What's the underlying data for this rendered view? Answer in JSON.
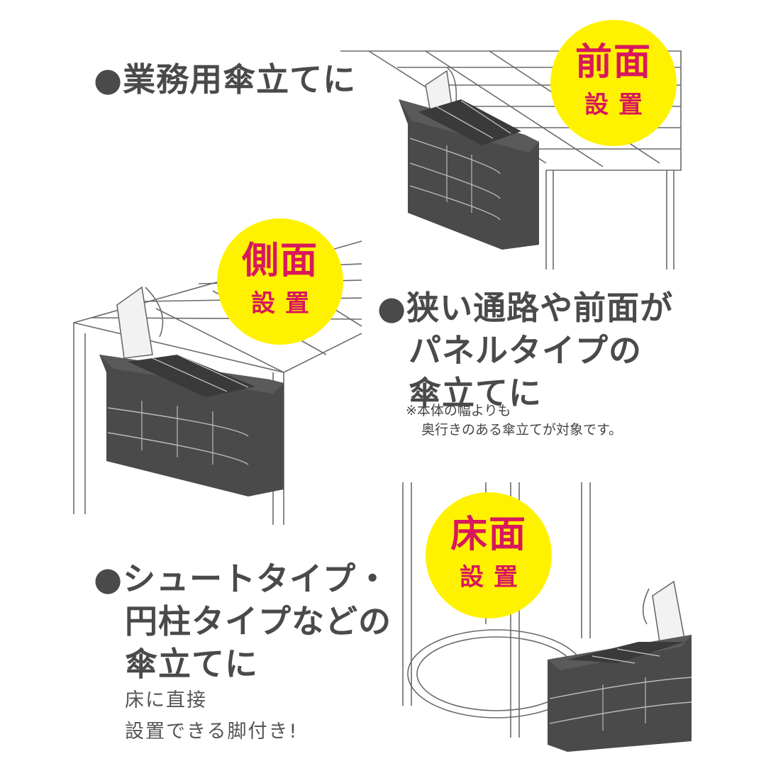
{
  "colors": {
    "badge_fill": "#fff200",
    "badge_text": "#d8175d",
    "heading_text": "#4a4a4a",
    "product_fill": "#4a4a4a"
  },
  "sections": {
    "front": {
      "bullet": "●",
      "heading_lines": [
        "業務用傘立てに"
      ],
      "badge": {
        "main": "前面",
        "sub": "設置"
      }
    },
    "side": {
      "bullet": "●",
      "heading_lines": [
        "狭い通路や前面が",
        "パネルタイプの",
        "傘立てに"
      ],
      "note_lines": [
        "※本体の幅よりも",
        "奥行きのある傘立てが対象です。"
      ],
      "badge": {
        "main": "側面",
        "sub": "設置"
      }
    },
    "floor": {
      "bullet": "●",
      "heading_lines": [
        "シュートタイプ・",
        "円柱タイプなどの",
        "傘立てに"
      ],
      "sub_lines": [
        "床に直接",
        "設置できる脚付き!"
      ],
      "badge": {
        "main": "床面",
        "sub": "設置"
      }
    }
  },
  "icons": {
    "front_illustration": "product-on-rack-front-icon",
    "side_illustration": "product-on-rack-side-icon",
    "floor_illustration": "product-on-floor-icon"
  }
}
